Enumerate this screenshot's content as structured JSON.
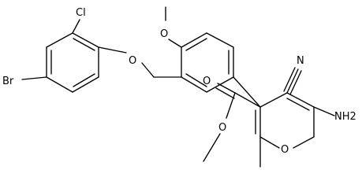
{
  "molecule": {
    "atoms": {
      "cl": "Cl",
      "br": "Br",
      "o_ether": "O",
      "o_methoxy": "O",
      "n_nitrile": "N",
      "nh2": "NH2",
      "o_ring": "O",
      "o_carbonyl": "O",
      "o_ester": "O"
    }
  }
}
